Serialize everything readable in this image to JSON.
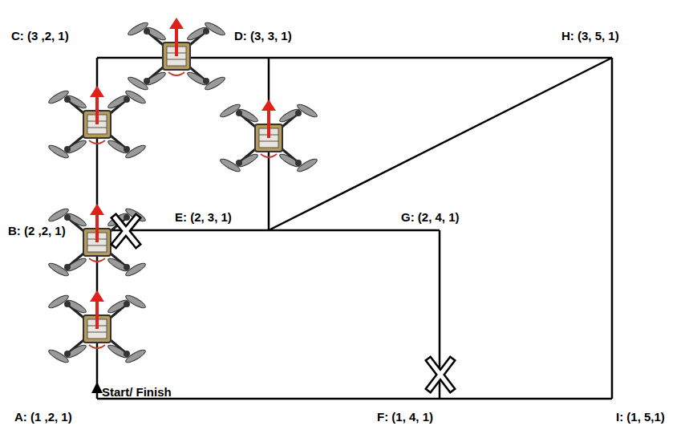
{
  "diagram": {
    "labels": [
      "C: (3 ,2, 1)",
      "D: (3, 3, 1)",
      "H: (3, 5, 1)",
      "B: (2 ,2, 1)",
      "E: (2, 3, 1)",
      "G: (2, 4, 1)",
      "Start/ Finish",
      "A: (1 ,2, 1)",
      "F: (1, 4, 1)",
      "I: (1, 5,1)"
    ]
  }
}
